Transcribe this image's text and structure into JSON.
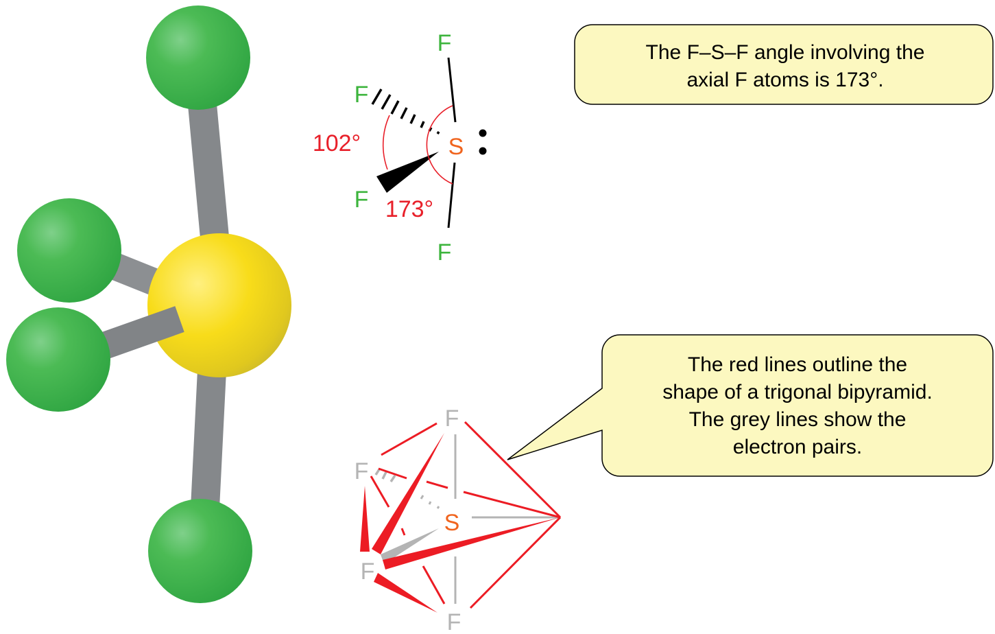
{
  "colors": {
    "fluorine_atom": "#3cb44a",
    "sulfur_atom": "#f5d90a",
    "bond": "#8a8d90",
    "label_fluorine": "#3cb43c",
    "label_sulfur": "#f0641e",
    "angle": "#e8202a",
    "outline_red": "#ec1c24",
    "electron_pair_grey": "#b4b4b4",
    "callout_fill": "#fcf8c0"
  },
  "structure": {
    "atoms": {
      "f_top": "F",
      "f_eq_back": "F",
      "f_eq_front": "F",
      "f_bottom": "F",
      "s": "S"
    },
    "angles": {
      "equatorial": "102°",
      "axial": "173°"
    }
  },
  "bipyramid": {
    "atoms": {
      "f_top": "F",
      "f_eq_back": "F",
      "f_eq_front": "F",
      "f_bottom": "F",
      "s": "S"
    }
  },
  "callouts": {
    "axial": [
      "The F–S–F angle involving the",
      "axial F atoms is 173°."
    ],
    "bipyramid": [
      "The red lines outline the",
      "shape of a trigonal bipyramid.",
      "The grey lines show the",
      "electron pairs."
    ]
  }
}
